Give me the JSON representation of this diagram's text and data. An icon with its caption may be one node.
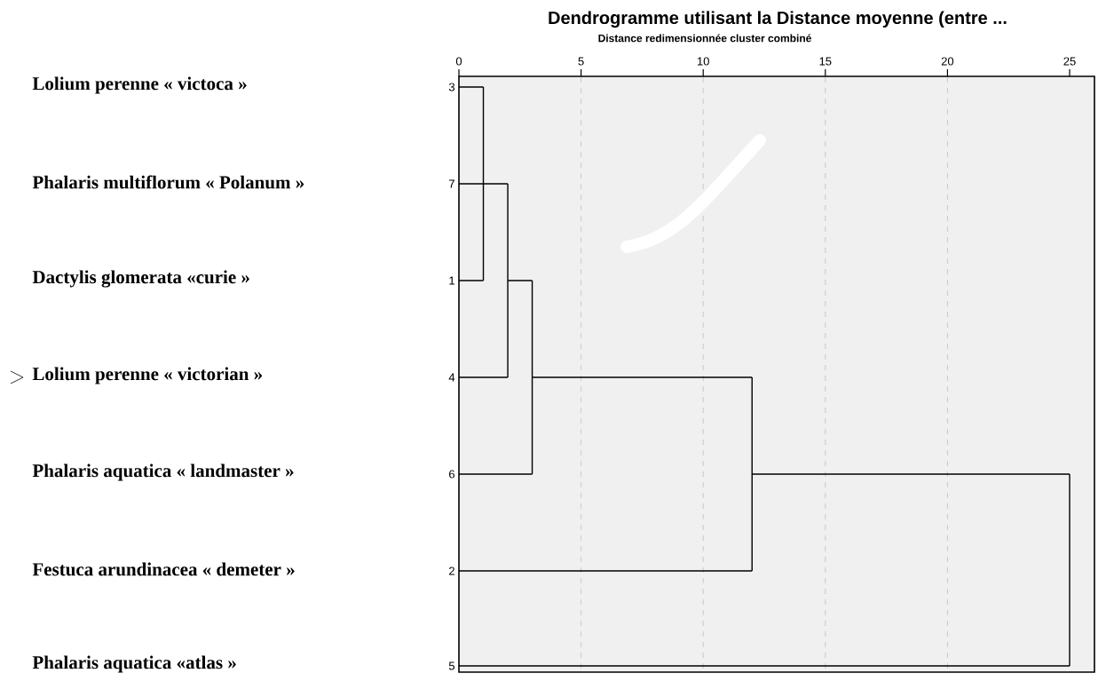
{
  "diagram": {
    "title": "Dendrogramme utilisant la Distance moyenne (entre ...",
    "labels": [
      "Distance redimensionnée cluster combiné",
      "0",
      "5",
      "10",
      "15",
      "20",
      "25",
      "Lolium perenne « victoca »",
      "3",
      "Phalaris multiflorum « Polanum »",
      "7",
      "Dactylis glomerata «curie »",
      "1",
      "Lolium perenne « victorian »",
      "4",
      "Phalaris aquatica « landmaster »",
      "6",
      "Festuca arundinacea « demeter »",
      "2",
      "Phalaris aquatica  «atlas »",
      "5"
    ]
  }
}
